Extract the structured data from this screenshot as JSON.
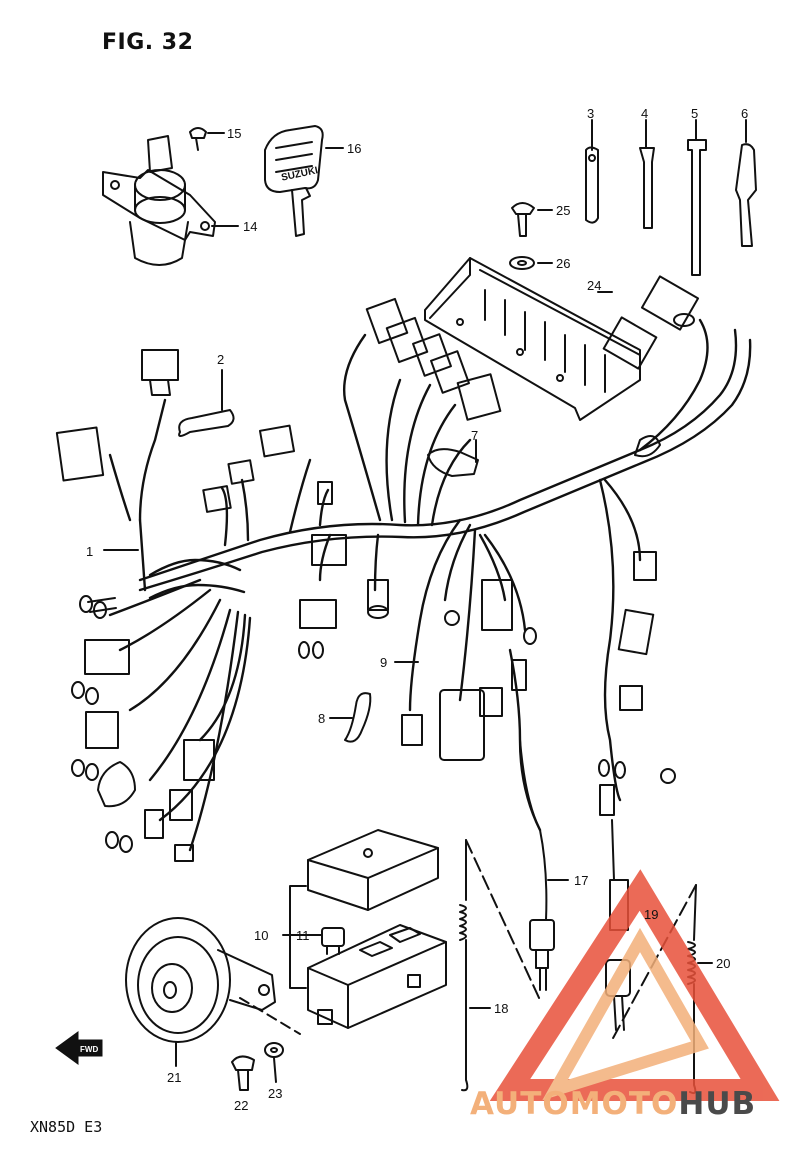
{
  "figure": {
    "title": "FIG. 32",
    "model_code": "XN85D E3"
  },
  "watermark": {
    "text_part1": "AUTOMOTO",
    "text_part2": "HUB",
    "color_primary": "#e8513a",
    "color_secondary": "#f3b07a",
    "color_dark": "#4a4a4a"
  },
  "callouts": [
    {
      "num": "1"
    },
    {
      "num": "2"
    },
    {
      "num": "3"
    },
    {
      "num": "4"
    },
    {
      "num": "5"
    },
    {
      "num": "6"
    },
    {
      "num": "7"
    },
    {
      "num": "8"
    },
    {
      "num": "9"
    },
    {
      "num": "10"
    },
    {
      "num": "11"
    },
    {
      "num": "14"
    },
    {
      "num": "15"
    },
    {
      "num": "16"
    },
    {
      "num": "17"
    },
    {
      "num": "18"
    },
    {
      "num": "19"
    },
    {
      "num": "20"
    },
    {
      "num": "21"
    },
    {
      "num": "22"
    },
    {
      "num": "23"
    },
    {
      "num": "24"
    },
    {
      "num": "25"
    },
    {
      "num": "26"
    }
  ],
  "labels": {
    "key_brand": "SUZUKI",
    "fwd_arrow": "FWD"
  }
}
